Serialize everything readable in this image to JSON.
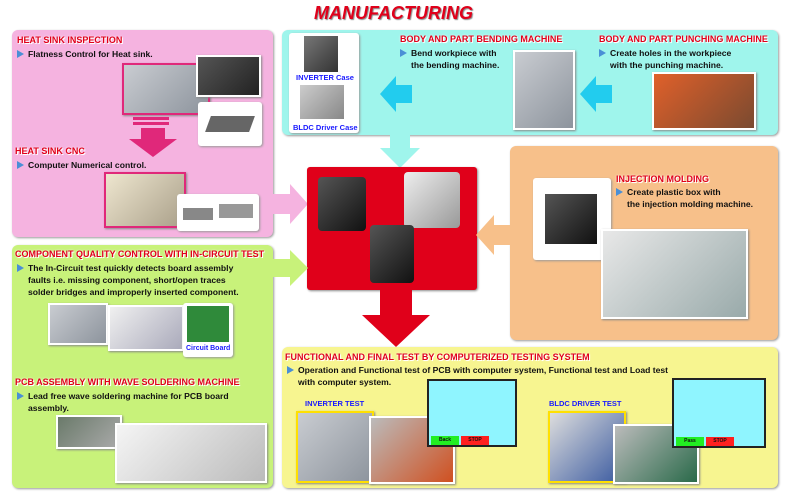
{
  "title": "MANUFACTURING",
  "heat_sink": {
    "inspection_title": "HEAT SINK INSPECTION",
    "inspection_text": "Flatness Control for Heat sink.",
    "cnc_title": "HEAT SINK CNC",
    "cnc_text": "Computer Numerical control."
  },
  "cases": {
    "inverter_label": "INVERTER Case",
    "bldc_label": "BLDC Driver Case"
  },
  "bending": {
    "title": "BODY AND PART BENDING MACHINE",
    "line1": "Bend workpiece with",
    "line2": "the bending machine."
  },
  "punching": {
    "title": "BODY AND PART PUNCHING MACHINE",
    "line1": "Create holes in the workpiece",
    "line2": "with the punching machine."
  },
  "injection": {
    "title": "INJECTION MOLDING",
    "line1": "Create plastic box with",
    "line2": "the injection molding machine."
  },
  "ict": {
    "title": "COMPONENT QUALITY CONTROL WITH IN-CIRCUIT TEST",
    "line1": "The In-Circuit test quickly detects board assembly",
    "line2": "faults i.e. missing component, short/open traces",
    "line3": "solder bridges and improperly inserted component.",
    "board_label": "Circuit Board"
  },
  "pcb": {
    "title": "PCB ASSEMBLY WITH WAVE SOLDERING MACHINE",
    "line1": "Lead free wave soldering machine for PCB board",
    "line2": "assembly."
  },
  "final": {
    "title": "FUNCTIONAL AND FINAL TEST BY COMPUTERIZED TESTING SYSTEM",
    "line1": "Operation and Functional test of PCB with computer system, Functional test and Load test",
    "line2": "with computer system.",
    "inverter_test": "INVERTER TEST",
    "bldc_test": "BLDC DRIVER TEST",
    "back": "Back",
    "stop": "STOP",
    "pass": "Pass"
  },
  "colors": {
    "pink": "#f5b3e0",
    "cyan": "#9ff5ec",
    "orange": "#f7c08a",
    "green": "#c8f27a",
    "yellow": "#f7f590",
    "red": "#e0001a"
  }
}
